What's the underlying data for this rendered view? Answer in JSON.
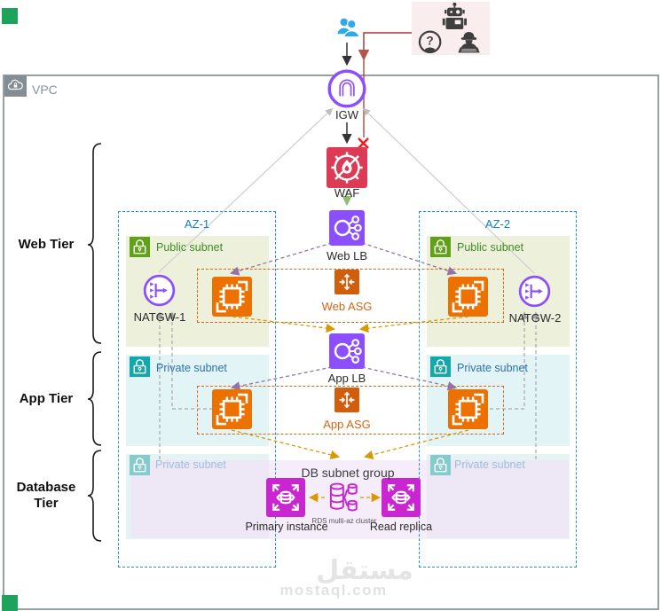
{
  "vpc": {
    "label": "VPC"
  },
  "tiers": {
    "web": "Web Tier",
    "app": "App Tier",
    "db": "Database Tier"
  },
  "edge": {
    "igw": "IGW",
    "waf": "WAF"
  },
  "lbs": {
    "web": "Web LB",
    "app": "App LB"
  },
  "asgs": {
    "web": "Web ASG",
    "app": "App ASG"
  },
  "azs": {
    "az1": {
      "label": "AZ-1",
      "public": "Public subnet",
      "private_app": "Private subnet",
      "private_db": "Private subnet",
      "natgw": "NATGW-1"
    },
    "az2": {
      "label": "AZ-2",
      "public": "Public subnet",
      "private_app": "Private subnet",
      "private_db": "Private subnet",
      "natgw": "NATGW-2"
    }
  },
  "database": {
    "group": "DB subnet group",
    "primary": "Primary instance",
    "replica": "Read replica",
    "cluster": "RDS multi-az cluster"
  },
  "watermark": {
    "arabic": "مستقل",
    "latin": "mostaql.com"
  },
  "icons": {
    "users": "two-person silhouette",
    "robot": "attacker bot",
    "anonymous": "question-mark user",
    "hacker": "spy with laptop",
    "vpc": "cloud with lock",
    "igw": "internet gateway arch",
    "waf": "firewall flame target",
    "elb": "load balancer nodes",
    "asg": "auto scaling arrows",
    "ec2": "instance chip",
    "natgw": "nat gateway branch",
    "subnet_lock": "padlock",
    "rds": "database instance",
    "rds_cluster": "multi-az database cluster"
  },
  "colors": {
    "az_border": "#1E97D4",
    "public_green": "#3F8C23",
    "private_teal": "#13A8AC",
    "private_text": "#2C72B0",
    "faded_text": "#9CBFDC",
    "asg_orange": "#D86613",
    "ec2_orange": "#ED7100",
    "lb_purple": "#8C4FFF",
    "waf_red": "#DC3A55",
    "rds_magenta": "#C925D1",
    "attack_red": "#B5544D",
    "users_blue": "#2FA8EC",
    "flow_gold": "#D79B00",
    "flow_purple": "#9673A6",
    "flow_green": "#8CBE70"
  }
}
